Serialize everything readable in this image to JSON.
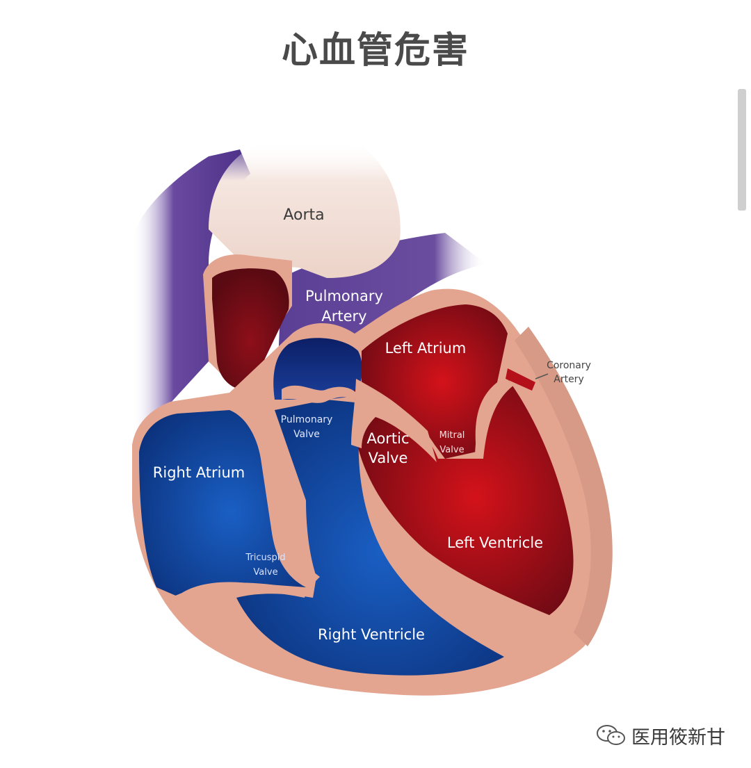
{
  "header": {
    "title": "心血管危害"
  },
  "diagram": {
    "labels": {
      "aorta": "Aorta",
      "pulmonary_artery_1": "Pulmonary",
      "pulmonary_artery_2": "Artery",
      "left_atrium": "Left Atrium",
      "coronary_artery_1": "Coronary",
      "coronary_artery_2": "Artery",
      "pulmonary_valve_1": "Pulmonary",
      "pulmonary_valve_2": "Valve",
      "aortic_valve_1": "Aortic",
      "aortic_valve_2": "Valve",
      "mitral_valve_1": "Mitral",
      "mitral_valve_2": "Valve",
      "right_atrium": "Right Atrium",
      "tricuspid_valve_1": "Tricuspid",
      "tricuspid_valve_2": "Valve",
      "left_ventricle": "Left Ventricle",
      "right_ventricle": "Right Ventricle"
    }
  },
  "watermark": {
    "text": "医用筱新甘",
    "icon": "wechat-icon"
  },
  "colors": {
    "title": "#4a4a4a",
    "tissue": "#e4a590",
    "deoxygenated": "#0f3a8c",
    "oxygenated": "#b3101a",
    "vessel_purple": "#5a3e91",
    "aorta": "#f0dcd4"
  }
}
